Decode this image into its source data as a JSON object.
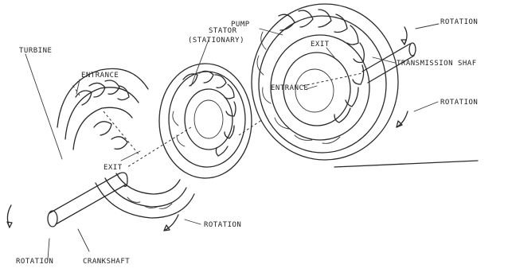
{
  "labels": {
    "turbine": "TURBINE",
    "entrance_turbine": "ENTRANCE",
    "stator_line1": "STATOR",
    "stator_line2": "(STATIONARY)",
    "pump": "PUMP",
    "rotation_pump": "ROTATION",
    "exit_pump": "EXIT",
    "transmission_shaft": "TRANSMISSION SHAF",
    "entrance_pump": "ENTRANCE",
    "rotation_right": "ROTATION",
    "exit_turbine": "EXIT",
    "rotation_bottom": "ROTATION",
    "rotation_left": "ROTATION",
    "crankshaft": "CRANKSHAFT"
  }
}
